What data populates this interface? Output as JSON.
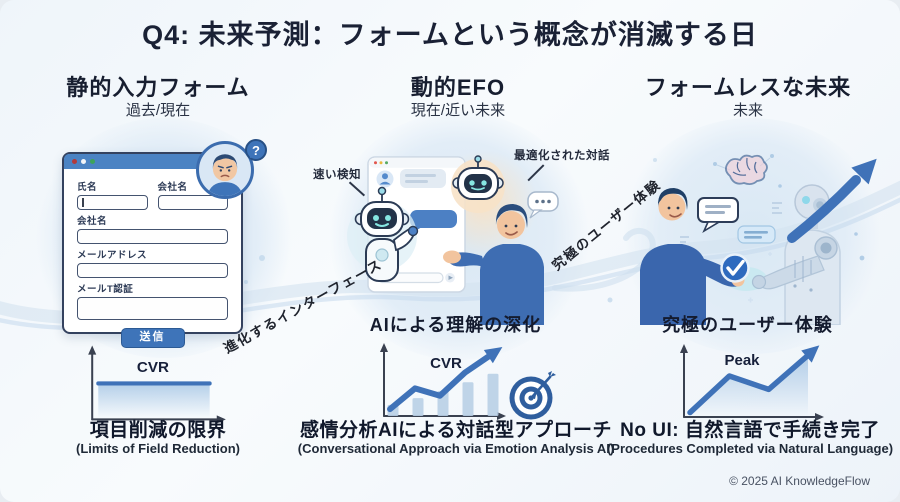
{
  "page": {
    "title": "Q4: 未来予測：フォームという概念が消滅する日",
    "copyright": "© 2025 AI KnowledgeFlow"
  },
  "colors": {
    "accent": "#3f72b8",
    "axis": "#3a4150",
    "bar": "#b9cfe6",
    "dark_text": "#1a2135",
    "blob": "#dce9f5",
    "titlebar_blue": "#4b83c3"
  },
  "columns": [
    {
      "heading": "静的入力フォーム",
      "period": "過去/現在",
      "form": {
        "fields": [
          {
            "label": "氏名"
          },
          {
            "label": "会社名"
          },
          {
            "label": "会社名"
          },
          {
            "label": "メールアドレス"
          },
          {
            "label": "メールT認証"
          }
        ],
        "submit_label": "送信",
        "question_mark": "?"
      },
      "chart_label": "CVR",
      "chart_caption": "項目削減の限界",
      "chart_caption_en": "(Limits of Field Reduction)"
    },
    {
      "heading": "動的EFO",
      "period": "現在/近い未来",
      "annotations": {
        "fast": "速い検知",
        "optimized": "最適化された対話"
      },
      "caption": "AIによる理解の深化",
      "chart_label": "CVR",
      "chart_caption": "感情分析AIによる対話型アプローチ",
      "chart_caption_en": "(Conversational Approach via Emotion Analysis AI)"
    },
    {
      "heading": "フォームレスな未来",
      "period": "未来",
      "caption": "究極のユーザー体験",
      "chart_label": "Peak",
      "chart_caption": "No UI: 自然言語で手続き完了",
      "chart_caption_en": "(Procedures Completed via Natural Language)"
    }
  ],
  "flow_labels": {
    "left": "進化するインターフェース",
    "right": "究極のユーザー体験"
  },
  "chart_data": [
    {
      "id": 0,
      "type": "line",
      "label": "CVR",
      "x": [
        0,
        1,
        2,
        3,
        4
      ],
      "values": [
        55,
        55,
        55,
        55,
        55
      ],
      "ylim": [
        0,
        105
      ],
      "area": true,
      "arrow": false,
      "line_width": 4,
      "right_pad": 12,
      "title": "項目削減の限界 (Limits of Field Reduction)"
    },
    {
      "id": 1,
      "type": "bar+line",
      "label": "CVR",
      "categories": [
        1,
        2,
        3,
        4,
        5
      ],
      "bar_values": [
        15,
        26,
        38,
        52,
        66
      ],
      "line_values": [
        8,
        42,
        30,
        68,
        96
      ],
      "ylim": [
        0,
        105
      ],
      "area": false,
      "arrow": true,
      "line_width": 6,
      "right_pad": 52,
      "title": "感情分析AIによる対話型アプローチ (Conversational Approach via Emotion Analysis AI)"
    },
    {
      "id": 2,
      "type": "line",
      "label": "Peak",
      "x": [
        0,
        1,
        2,
        3
      ],
      "values": [
        4,
        64,
        42,
        98
      ],
      "ylim": [
        0,
        105
      ],
      "area": true,
      "arrow": true,
      "line_width": 5.5,
      "right_pad": 14,
      "title": "No UI: 自然言語で手続き完了 (Procedures Completed via Natural Language)"
    }
  ]
}
